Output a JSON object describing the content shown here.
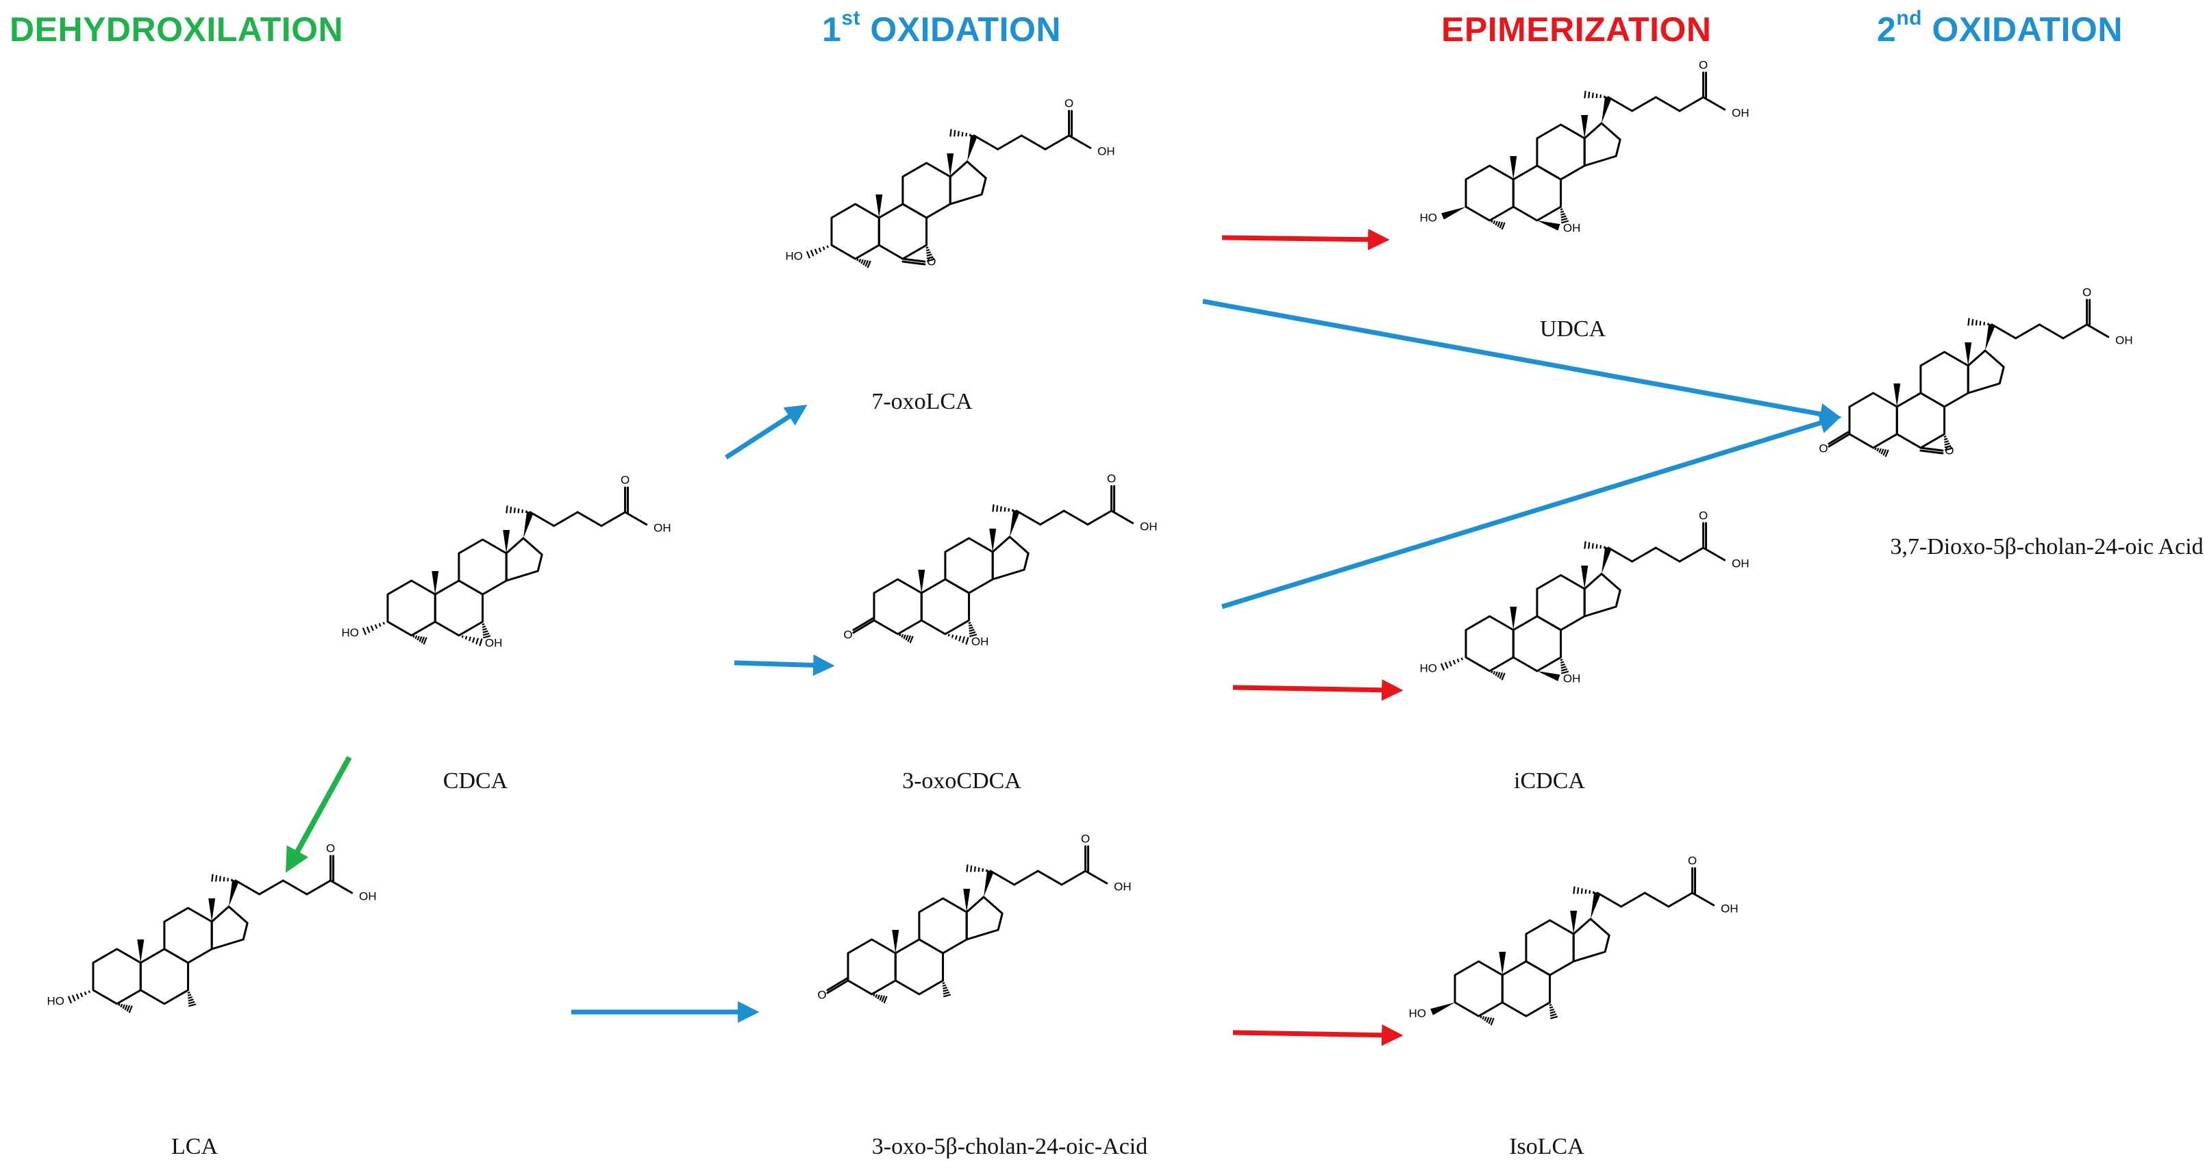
{
  "stages": {
    "dehydroxilation": "DEHYDROXILATION",
    "oxidation1_num": "1",
    "oxidation1_sup": "st",
    "oxidation1_word": " OXIDATION",
    "epimerization": "EPIMERIZATION",
    "oxidation2_num": "2",
    "oxidation2_sup": "nd",
    "oxidation2_word": " OXIDATION"
  },
  "colors": {
    "dehydroxilation": "#1fb24a",
    "oxidation": "#1e90d2",
    "epimerization": "#e8161b",
    "bond": "#000000"
  },
  "atom_labels": {
    "acid": "OH",
    "hydroxyl_alpha": "HO",
    "hydroxyl_beta": "HO",
    "hydroxyl_7": "OH",
    "carbonyl": "O"
  },
  "compounds": [
    {
      "id": "cdca",
      "name": "CDCA",
      "pos3": "OH-alpha",
      "pos7": "OH-alpha"
    },
    {
      "id": "oxolca7",
      "name": "7-oxoLCA",
      "pos3": "OH-alpha",
      "pos7": "oxo"
    },
    {
      "id": "oxocdca3",
      "name": "3-oxoCDCA",
      "pos3": "oxo",
      "pos7": "OH-alpha"
    },
    {
      "id": "oxocholan3",
      "name": "3-oxo-5β-cholan-24-oic-Acid",
      "pos3": "oxo",
      "pos7": "H"
    },
    {
      "id": "lca",
      "name": "LCA",
      "pos3": "OH-alpha",
      "pos7": "H"
    },
    {
      "id": "udca",
      "name": "UDCA",
      "pos3": "OH-beta",
      "pos7": "OH-beta"
    },
    {
      "id": "icdca",
      "name": "iCDCA",
      "pos3": "OH-alpha",
      "pos7": "OH-beta"
    },
    {
      "id": "isolca",
      "name": "IsoLCA",
      "pos3": "OH-beta",
      "pos7": "H"
    },
    {
      "id": "dioxo",
      "name": "3,7-Dioxo-5β-cholan-24-oic Acid",
      "pos3": "oxo",
      "pos7": "oxo"
    }
  ],
  "arrows": [
    {
      "from": "CDCA",
      "to": "7-oxoLCA",
      "stage": "oxidation"
    },
    {
      "from": "CDCA",
      "to": "3-oxoCDCA",
      "stage": "oxidation"
    },
    {
      "from": "CDCA",
      "to": "LCA",
      "stage": "dehydroxilation"
    },
    {
      "from": "LCA",
      "to": "3-oxo-5β-cholan-24-oic-Acid",
      "stage": "oxidation"
    },
    {
      "from": "7-oxoLCA",
      "to": "UDCA",
      "stage": "epimerization"
    },
    {
      "from": "3-oxoCDCA",
      "to": "iCDCA",
      "stage": "epimerization"
    },
    {
      "from": "3-oxo-5β-cholan-24-oic-Acid",
      "to": "IsoLCA",
      "stage": "epimerization"
    },
    {
      "from": "7-oxoLCA",
      "to": "3,7-Dioxo-5β-cholan-24-oic Acid",
      "stage": "oxidation"
    },
    {
      "from": "3-oxoCDCA",
      "to": "3,7-Dioxo-5β-cholan-24-oic Acid",
      "stage": "oxidation"
    }
  ]
}
